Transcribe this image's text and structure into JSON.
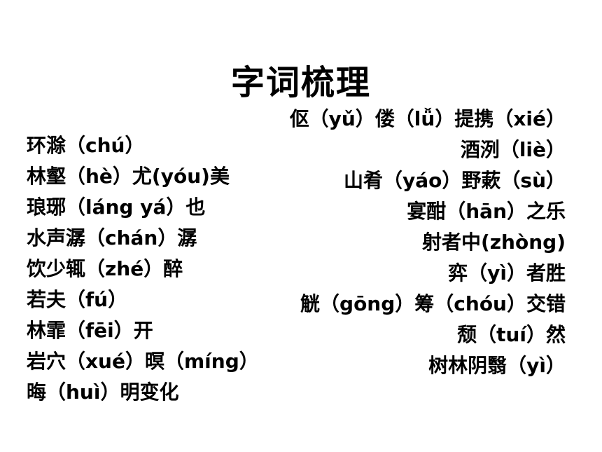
{
  "slide": {
    "title": "字词梳理",
    "left_items": [
      "环滁（chú）",
      "林壑（hè）尤(yóu)美",
      "琅琊（láng yá）也",
      "水声潺（chán）潺",
      "饮少辄（zhé）醉",
      "若夫（fú）",
      "林霏（fēi）开",
      "岩穴（xué）暝（míng）",
      "晦（huì）明变化"
    ],
    "right_items": [
      "伛（yǔ）偻（lǚ）提携（xié）",
      "酒洌（liè）",
      "山肴（yáo）野蔌（sù）",
      "宴酣（hān）之乐",
      "射者中(zhòng)",
      "弈（yì）者胜",
      "觥（gōng）筹（chóu）交错",
      "颓（tuí）然",
      "树林阴翳（yì）"
    ]
  }
}
